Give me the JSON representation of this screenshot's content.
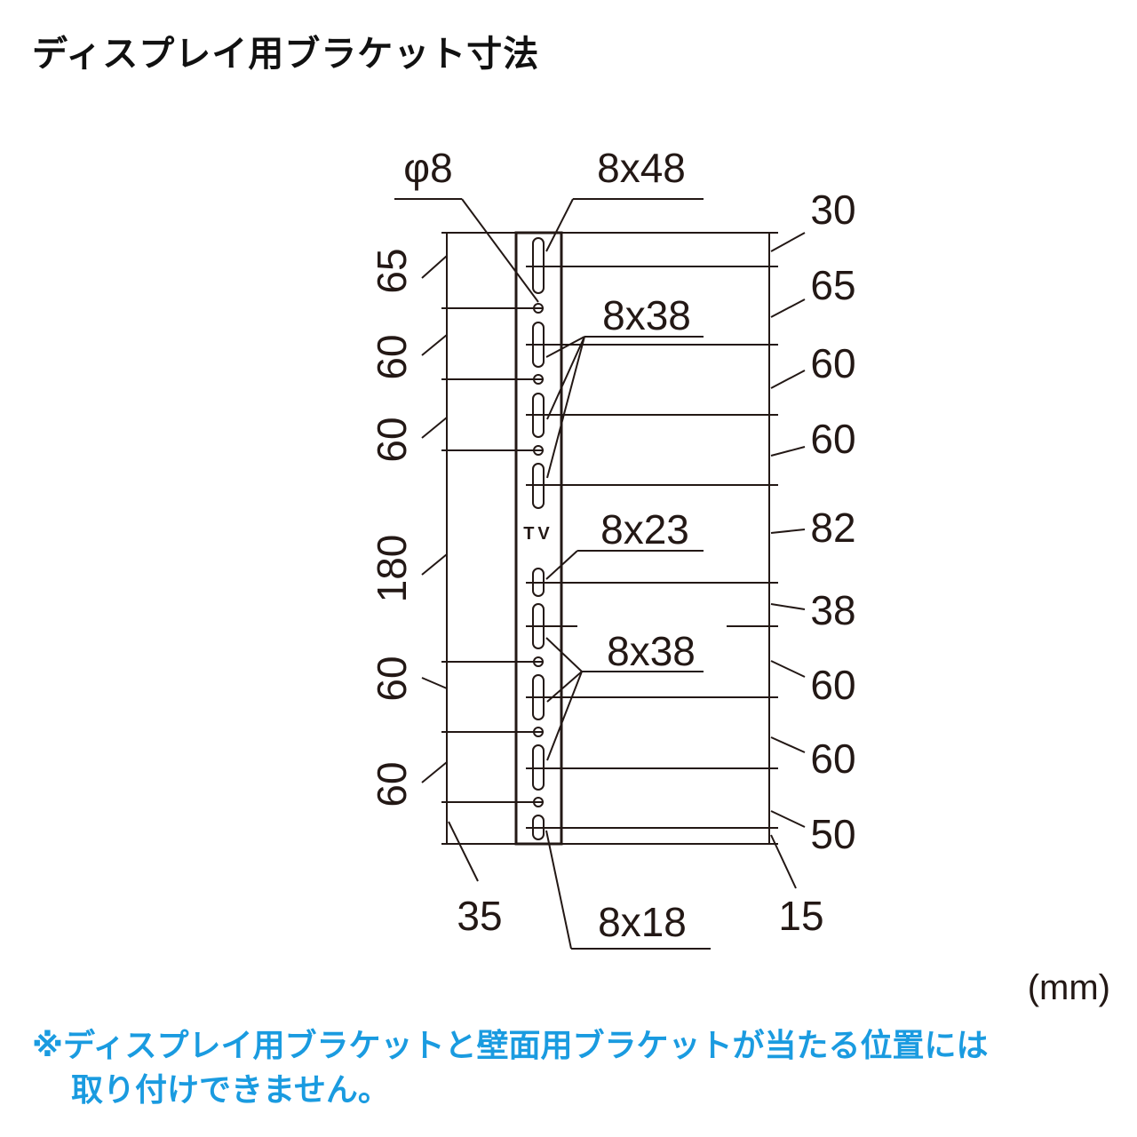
{
  "title": "ディスプレイ用ブラケット寸法",
  "diagram": {
    "hole_labels": {
      "round_hole": "φ8",
      "slot_top": "8x48",
      "slots_upper": "8x38",
      "slot_middle": "8x23",
      "slots_lower": "8x38",
      "slot_bottom": "8x18"
    },
    "bracket_mark": "TV",
    "left_dimensions": [
      "65",
      "60",
      "60",
      "180",
      "60",
      "60"
    ],
    "right_dimensions": [
      "30",
      "65",
      "60",
      "60",
      "82",
      "38",
      "60",
      "60",
      "50"
    ],
    "bottom_left_dimension": "35",
    "bottom_right_dimension": "15"
  },
  "unit": "(mm)",
  "note": {
    "line1": "※ディスプレイ用ブラケットと壁面用ブラケットが当たる位置には",
    "line2": "取り付けできません。"
  },
  "colors": {
    "line": "#231815",
    "note": "#1a9be0"
  }
}
